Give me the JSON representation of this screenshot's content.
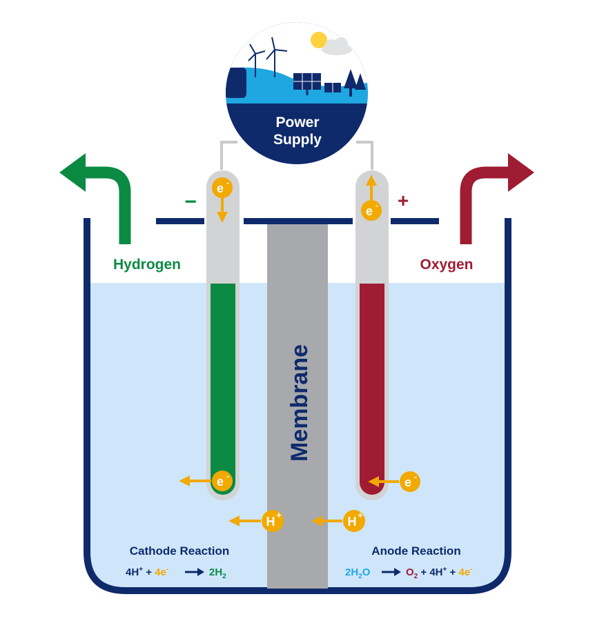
{
  "power_supply": {
    "line1": "Power",
    "line2": "Supply"
  },
  "hydrogen_label": "Hydrogen",
  "oxygen_label": "Oxygen",
  "minus_sign": "−",
  "plus_sign": "+",
  "membrane_label": "Membrane",
  "electron_symbol": "e",
  "electron_charge": "-",
  "proton_symbol": "H",
  "proton_charge": "+",
  "cathode": {
    "title": "Cathode Reaction",
    "eq": {
      "a": "4H",
      "a_sup": "+",
      "plus1": " + ",
      "b": "4e",
      "b_sup": "-",
      "product": "2H",
      "product_sub": "2"
    }
  },
  "anode": {
    "title": "Anode Reaction",
    "eq": {
      "a": "2H",
      "a_sub": "2",
      "a2": "O",
      "p1": "O",
      "p1_sub": "2",
      "plus1": " + ",
      "p2": "4H",
      "p2_sup": "+",
      "plus2": " + ",
      "p3": "4e",
      "p3_sup": "-"
    }
  },
  "colors": {
    "navy": "#0f2a6b",
    "green": "#0b8a43",
    "red": "#9f1c33",
    "orange": "#f2a900",
    "water": "#cfe6fa",
    "membrane": "#a7a9ac",
    "tube": "#d1d3d4",
    "cyan": "#1ea7e1"
  },
  "icons": [
    "sun-icon",
    "cloud-icon",
    "wind-turbine-icon",
    "solar-panel-icon",
    "pine-tree-icon",
    "electron-icon",
    "proton-icon",
    "arrow-icon"
  ]
}
